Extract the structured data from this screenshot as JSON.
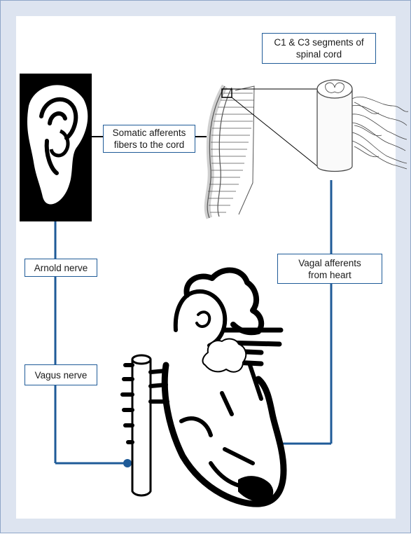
{
  "diagram": {
    "labels": {
      "spinal_segments": "C1 & C3 segments of\nspinal cord",
      "somatic_afferents": "Somatic afferents\nfibers to the cord",
      "arnold_nerve": "Arnold nerve",
      "vagal_afferents": "Vagal afferents\nfrom heart",
      "vagus_nerve": "Vagus nerve"
    },
    "colors": {
      "connector": "#1f5b98",
      "frame_background": "#dde4f0",
      "frame_border": "#8fa6c8",
      "illustration": "#000000"
    },
    "icons": [
      "ear-icon",
      "spine-icon",
      "spinal-cord-segment-icon",
      "heart-icon"
    ]
  }
}
